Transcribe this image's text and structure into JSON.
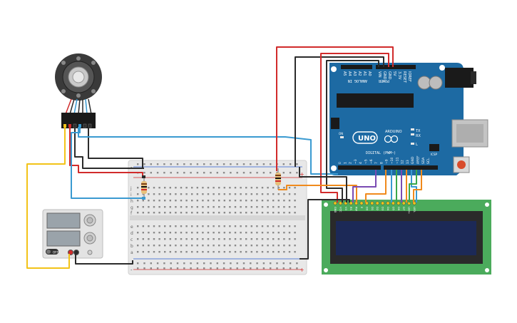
{
  "arduino": {
    "brand": "ARDUINO",
    "model": "UNO",
    "header_top_left": "ANALOG IN",
    "header_top_power": "POWER",
    "pins_analog": [
      "A5",
      "A4",
      "A3",
      "A2",
      "A1",
      "A0"
    ],
    "pins_power": [
      "VIN",
      "GND",
      "GND",
      "5V",
      "3.3V",
      "RESET",
      "IOREF"
    ],
    "header_digital": "DIGITAL (PWM~)",
    "pins_digital": [
      "0",
      "1",
      "2",
      "~3",
      "4",
      "~5",
      "~6",
      "7",
      "8",
      "~9",
      "~10",
      "~11",
      "12",
      "13",
      "GND",
      "AREF",
      "SDA",
      "SCL"
    ],
    "label_tx": "TX",
    "label_rx": "RX",
    "label_on": "ON",
    "label_l": "L",
    "label_icsp": "ICSP"
  },
  "breadboard": {
    "rail_plus": "+",
    "rail_minus": "-",
    "row_letters_top": [
      "j",
      "i",
      "h",
      "g",
      "f"
    ],
    "row_letters_bottom": [
      "e",
      "d",
      "c",
      "b",
      "a"
    ]
  },
  "power_supply": {
    "button_label": "OFF"
  },
  "lcd": {
    "pins": [
      "GND",
      "VCC",
      "V0",
      "RS",
      "RW",
      "E",
      "D0",
      "D1",
      "D2",
      "D3",
      "D4",
      "D5",
      "D6",
      "D7",
      "LED+",
      "LED-"
    ]
  },
  "colors": {
    "wire_red": "#d12b2b",
    "wire_black": "#2b2b2b",
    "wire_blue": "#3a9ad1",
    "wire_yellow": "#f2c318",
    "wire_orange": "#f08a1c",
    "wire_purple": "#7a4bb3",
    "wire_green": "#3ba84a",
    "arduino_blue": "#1d6aa3",
    "lcd_green": "#4bab5c",
    "lcd_screen": "#1c2957"
  }
}
